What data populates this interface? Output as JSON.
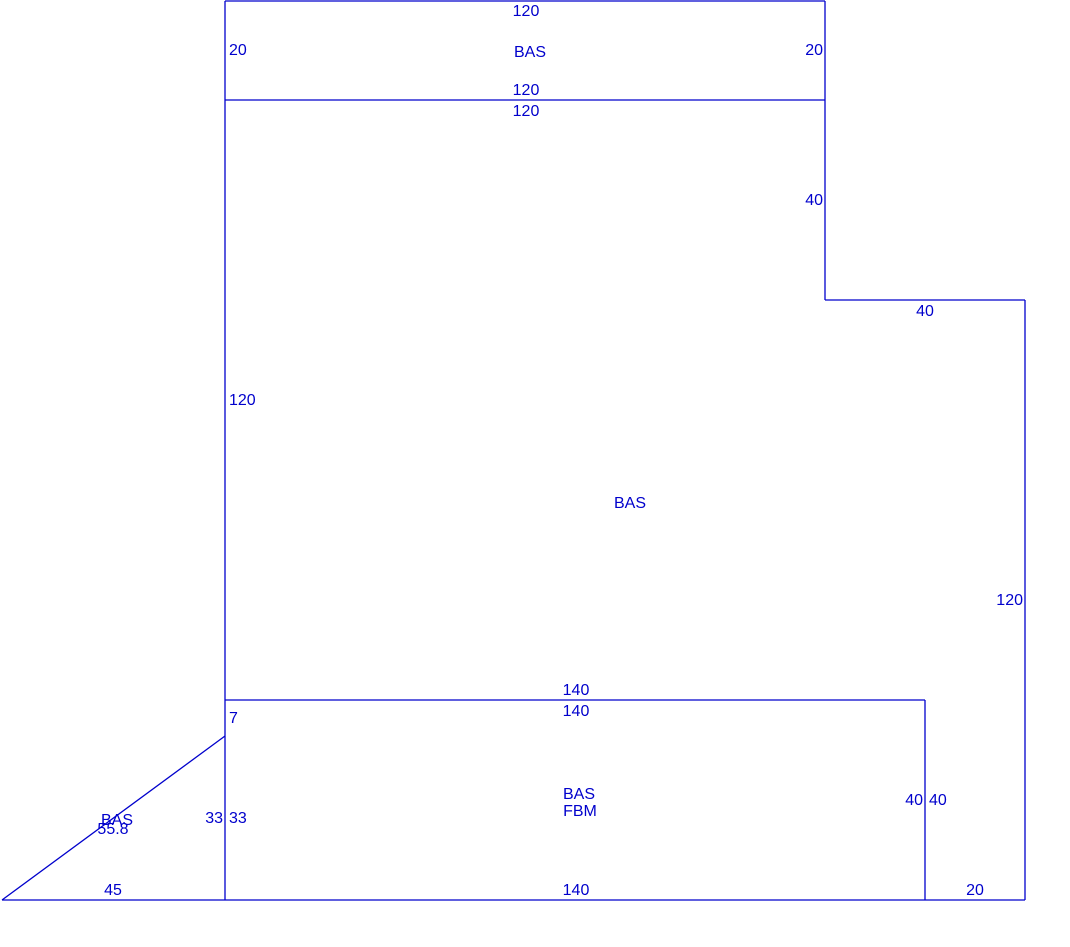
{
  "sketch": {
    "line_color": "#0000cc",
    "areas": {
      "top": "BAS",
      "main": "BAS",
      "bottom_1": "BAS",
      "bottom_2": "FBM",
      "triangle": "BAS"
    },
    "dimensions": {
      "top_top": "120",
      "top_left": "20",
      "top_right": "20",
      "top_bottom": "120",
      "main_top": "120",
      "main_right_upper": "40",
      "main_step": "40",
      "main_left": "120",
      "main_right": "120",
      "bottom_top_outer": "140",
      "bottom_top_inner": "140",
      "bottom_left_small": "7",
      "bottom_right_inner": "40",
      "bottom_right_outer": "40",
      "bottom_left_inner": "33",
      "triangle_right": "33",
      "triangle_hyp": "55.8",
      "triangle_base": "45",
      "bottom_base": "140",
      "right_base": "20"
    }
  }
}
